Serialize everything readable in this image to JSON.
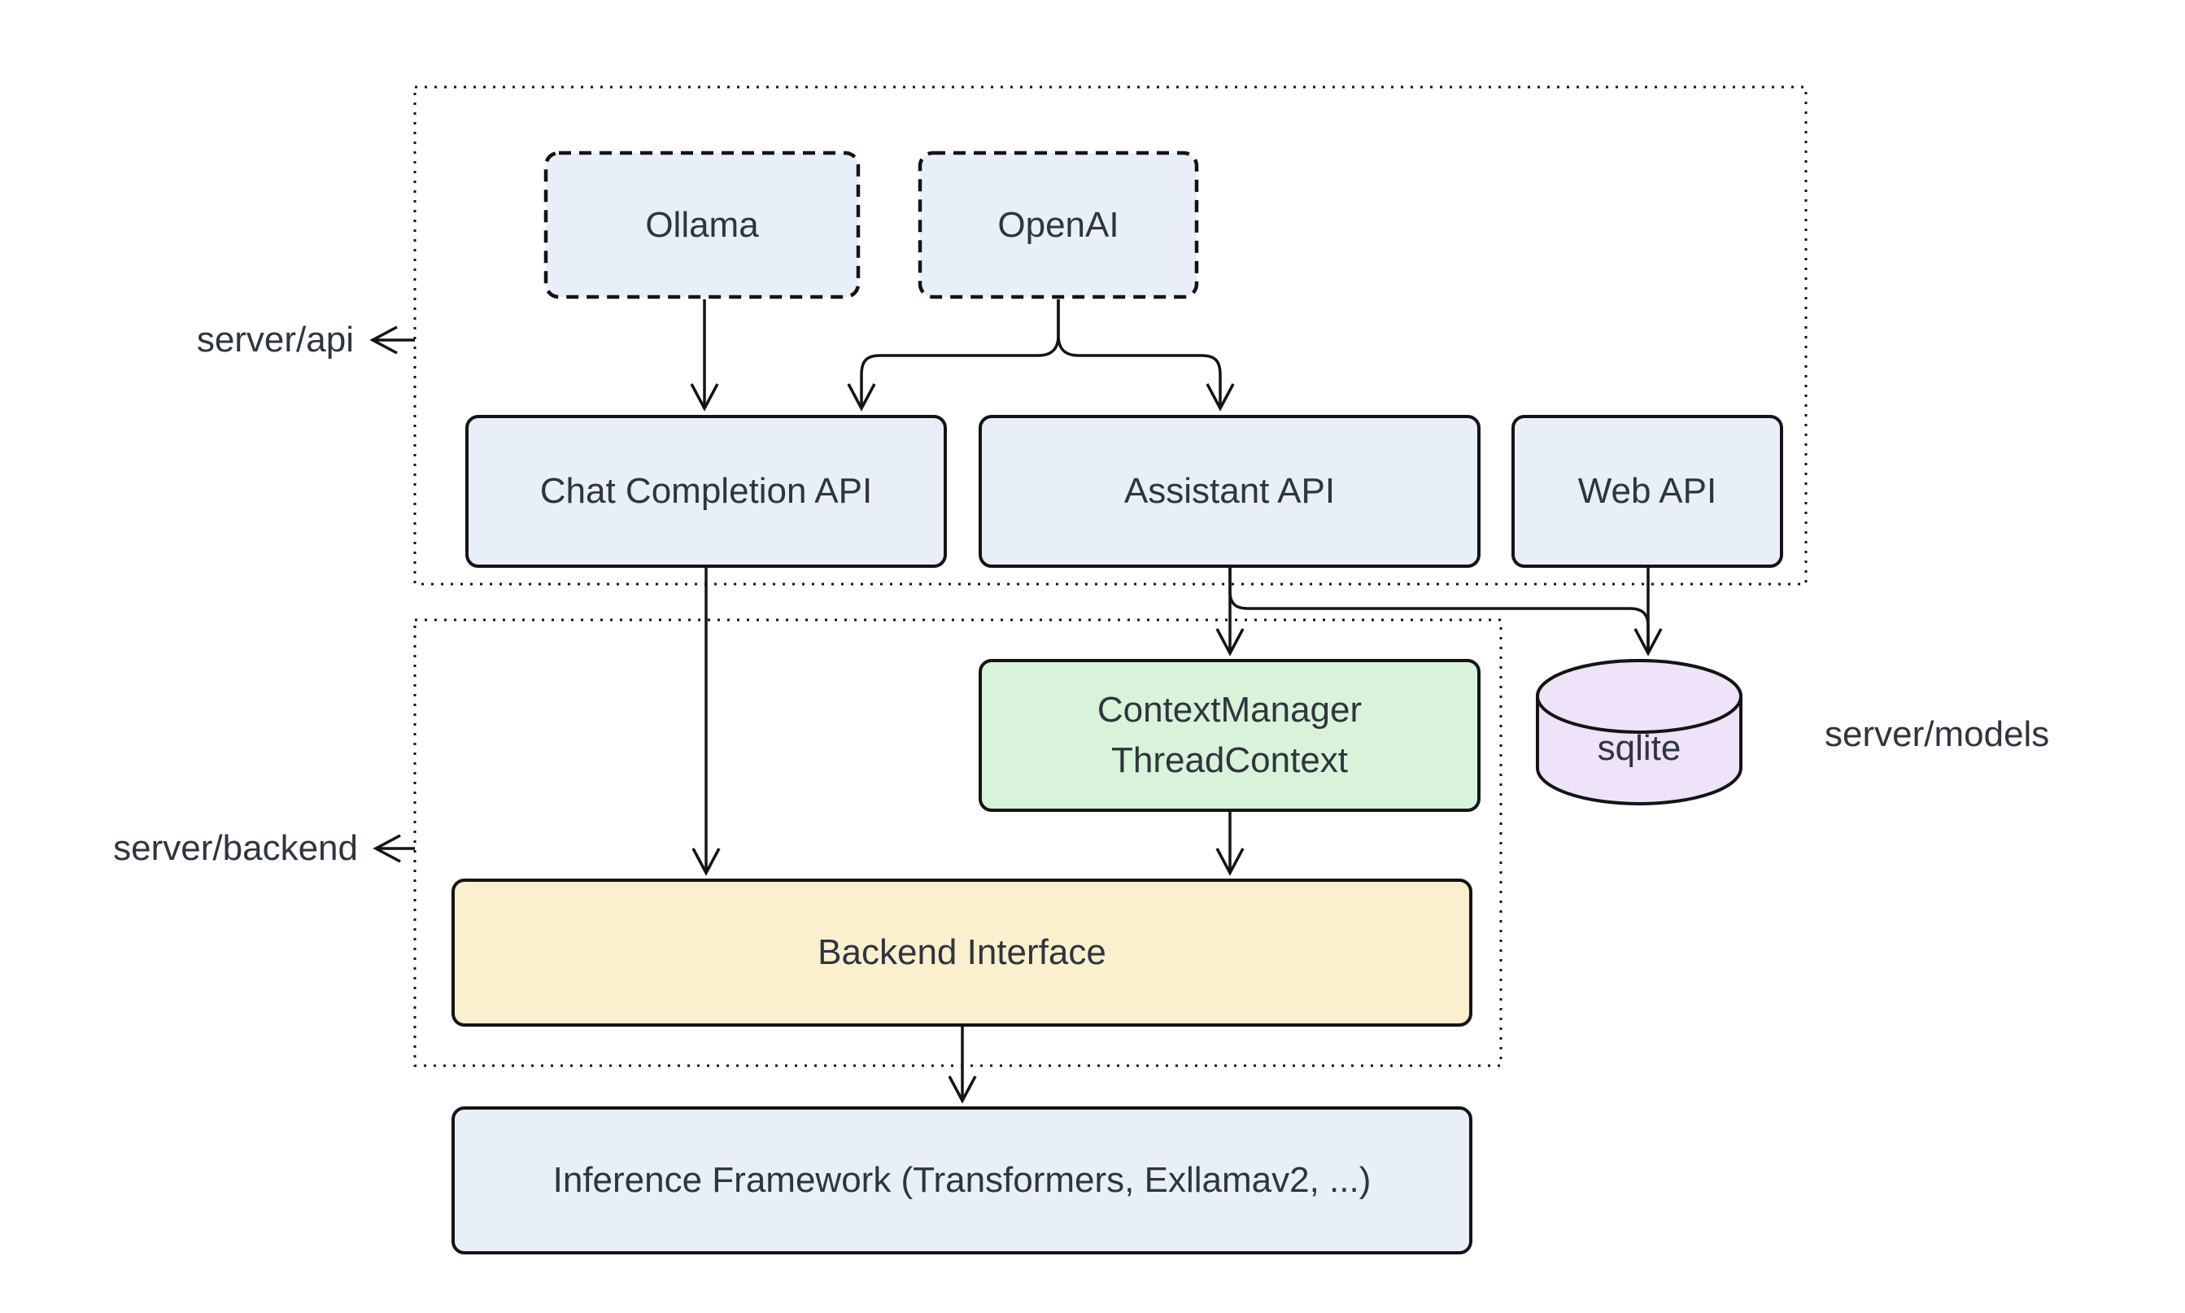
{
  "nodes": {
    "ollama": {
      "label": "Ollama"
    },
    "openai": {
      "label": "OpenAI"
    },
    "chat_completion_api": {
      "label": "Chat Completion API"
    },
    "assistant_api": {
      "label": "Assistant API"
    },
    "web_api": {
      "label": "Web API"
    },
    "context_manager": {
      "line1": "ContextManager",
      "line2": "ThreadContext"
    },
    "sqlite": {
      "label": "sqlite"
    },
    "backend_interface": {
      "label": "Backend Interface"
    },
    "inference_framework": {
      "label": "Inference Framework (Transformers, Exllamav2, ...)"
    }
  },
  "group_labels": {
    "server_api": "server/api",
    "server_backend": "server/backend",
    "server_models": "server/models"
  },
  "colors": {
    "node_blue": "#E9EFF9",
    "node_green": "#D8F3DA",
    "node_yellow": "#FAF0CE",
    "node_purple": "#EEE3F9",
    "stroke": "#141414",
    "text": "#2F353D"
  }
}
